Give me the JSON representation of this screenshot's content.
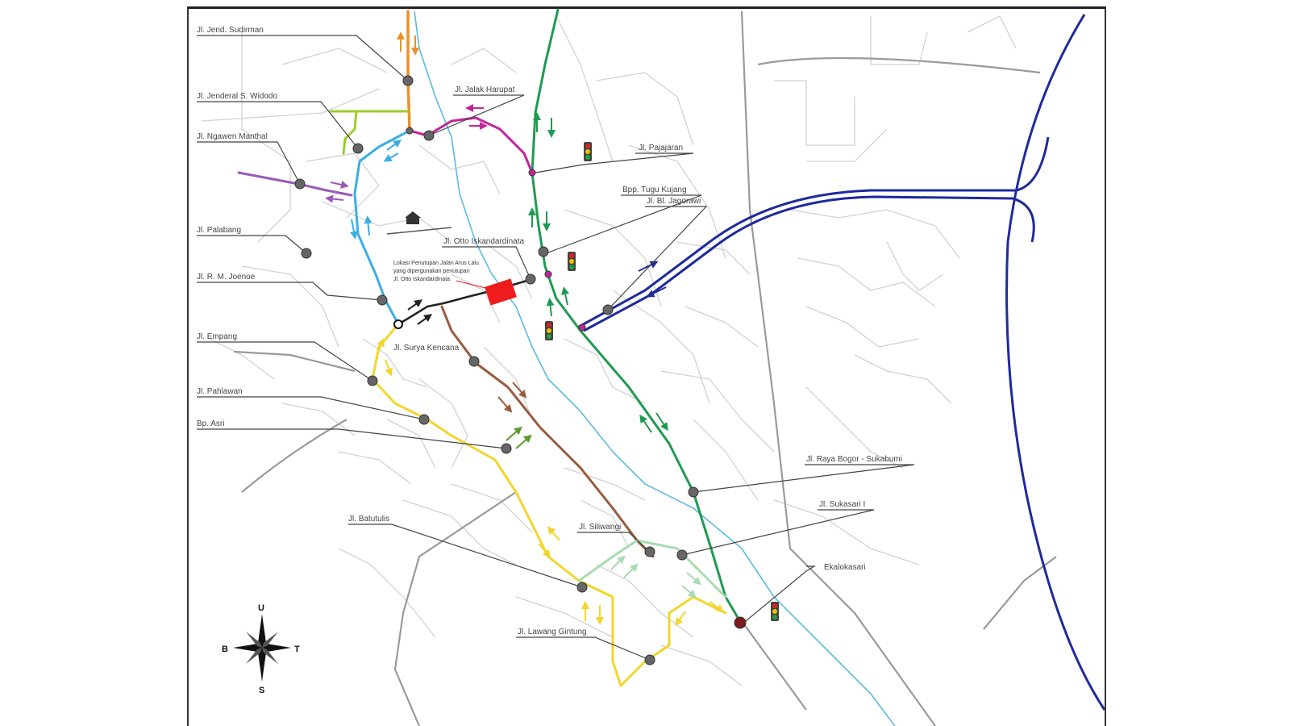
{
  "colors": {
    "street": "#d2d2d2",
    "major_road": "#9a9a9a",
    "river": "#5bbbe0",
    "toll_road": "#1f2a9c",
    "orange_route": "#e8922a",
    "lime_route": "#9ccc2c",
    "magenta_route": "#c2259a",
    "purple_route": "#9b59b6",
    "cyan_route": "#3aaee6",
    "green_route": "#1f9a52",
    "black_route": "#222222",
    "brown_route": "#9a5a3c",
    "yellow_route": "#f2d52c",
    "light_green_route": "#a8dbb0",
    "node": "#666666",
    "closure": "#ee1c1c",
    "label_line": "#444444"
  },
  "labels": [
    {
      "id": "road-label-1",
      "text": "Jl. Jend. Sudirman"
    },
    {
      "id": "road-label-2",
      "text": "Jl. Jenderal S. Widodo"
    },
    {
      "id": "road-label-3",
      "text": "Jl. Ngawen Manthal"
    },
    {
      "id": "road-label-4",
      "text": "Jl. Palabang"
    },
    {
      "id": "road-label-5",
      "text": "Jl. R. M. Joenoe"
    },
    {
      "id": "road-label-6",
      "text": "Jl. Empang"
    },
    {
      "id": "road-label-7",
      "text": "Jl. Pahlawan"
    },
    {
      "id": "road-label-8",
      "text": "Bp. Asri"
    },
    {
      "id": "road-label-9",
      "text": "Jl. Batutulis"
    },
    {
      "id": "road-label-10",
      "text": "Jl. Lawang Gintung"
    },
    {
      "id": "road-label-11",
      "text": "Jl. Jalak Harupat"
    },
    {
      "id": "road-label-12",
      "text": "Jl. Pajajaran"
    },
    {
      "id": "road-label-13",
      "text": "Bpp. Tugu Kujang"
    },
    {
      "id": "road-label-14",
      "text": "Jl. Bl. Jagorawi"
    },
    {
      "id": "road-label-15",
      "text": "Jl. Otto Iskandardinata"
    },
    {
      "id": "road-label-16",
      "text": "Jl. Surya Kencana"
    },
    {
      "id": "road-label-17",
      "text": "Jl. Siliwangi"
    },
    {
      "id": "road-label-18",
      "text": "Jl. Raya Bogor - Sukabumi"
    },
    {
      "id": "road-label-19",
      "text": "Jl. Sukasari I"
    },
    {
      "id": "road-label-20",
      "text": "Ekalokasari"
    }
  ],
  "closure_note": {
    "line1": "Lokasi Penutupan Jalan Arus Lalu",
    "line2": "yang dipergunakan penutupan",
    "line3": "Jl. Otto Iskandardinata"
  },
  "compass": {
    "north": "U",
    "south": "S",
    "east": "T",
    "west": "B"
  },
  "icons": {
    "traffic_light": "traffic-light-icon",
    "palace": "palace-icon",
    "compass": "compass-rose-icon",
    "closure": "road-closure-icon"
  }
}
